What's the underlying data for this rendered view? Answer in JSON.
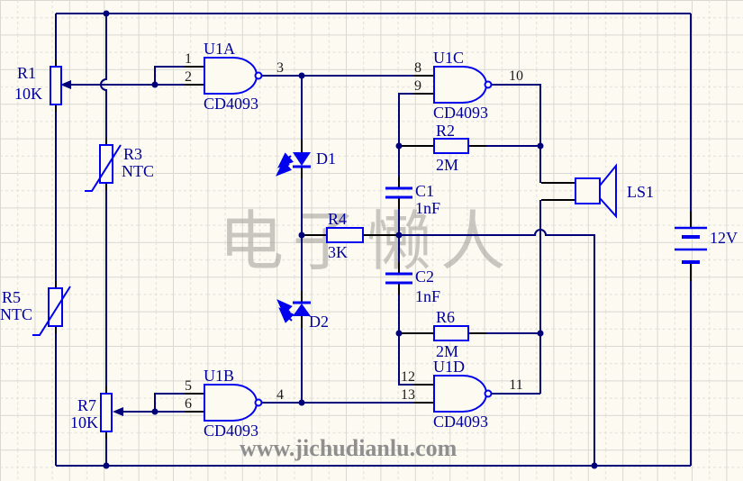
{
  "watermarks": {
    "logo_text": "电子懒人",
    "site_url": "www.jichudianlu.com"
  },
  "power": {
    "battery_label": "12V"
  },
  "speaker": {
    "ref": "LS1"
  },
  "ics": {
    "u1a": {
      "ref": "U1A",
      "part": "CD4093",
      "pin_in1": "1",
      "pin_in2": "2",
      "pin_out": "3"
    },
    "u1b": {
      "ref": "U1B",
      "part": "CD4093",
      "pin_in1": "5",
      "pin_in2": "6",
      "pin_out": "4"
    },
    "u1c": {
      "ref": "U1C",
      "part": "CD4093",
      "pin_in1": "8",
      "pin_in2": "9",
      "pin_out": "10"
    },
    "u1d": {
      "ref": "U1D",
      "part": "CD4093",
      "pin_in1": "12",
      "pin_in2": "13",
      "pin_out": "11"
    }
  },
  "resistors": {
    "r1": {
      "ref": "R1",
      "value": "10K"
    },
    "r2": {
      "ref": "R2",
      "value": "2M"
    },
    "r3": {
      "ref": "R3",
      "value": "NTC"
    },
    "r4": {
      "ref": "R4",
      "value": "3K"
    },
    "r5": {
      "ref": "R5",
      "value": "NTC"
    },
    "r6": {
      "ref": "R6",
      "value": "2M"
    },
    "r7": {
      "ref": "R7",
      "value": "10K"
    }
  },
  "capacitors": {
    "c1": {
      "ref": "C1",
      "value": "1nF"
    },
    "c2": {
      "ref": "C2",
      "value": "1nF"
    }
  },
  "leds": {
    "d1": {
      "ref": "D1"
    },
    "d2": {
      "ref": "D2"
    }
  },
  "colors": {
    "wire": "#00007B",
    "component": "#0000EE",
    "label": "#00009C",
    "pin_number": "#1A1A1A",
    "background": "#FCFAF1",
    "watermark_gray": "#A09D97"
  }
}
